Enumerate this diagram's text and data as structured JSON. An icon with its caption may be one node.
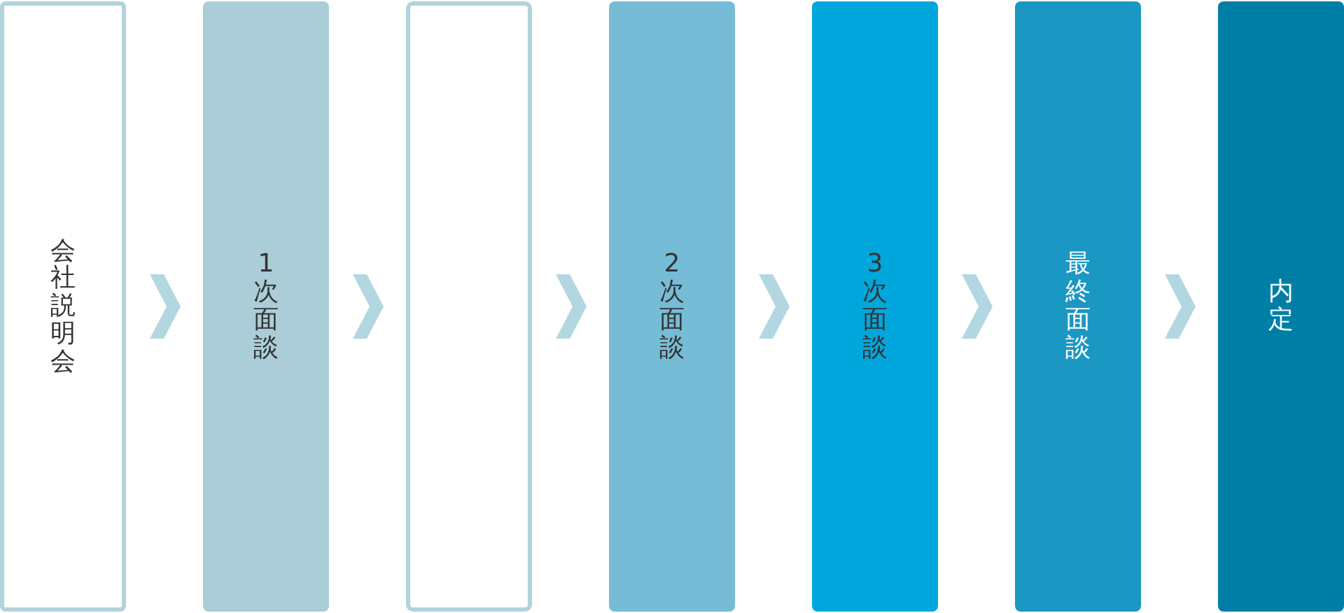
{
  "diagram": {
    "nodes": [
      {
        "text": [
          "会社説明会"
        ]
      },
      {
        "text": [
          "1次面談"
        ]
      },
      {
        "text": [],
        "shape": "box"
      },
      {
        "text": [
          "2次面談"
        ]
      },
      {
        "text": [
          "3次面談"
        ]
      },
      {
        "text": [
          "最終面談"
        ]
      },
      {
        "text": [
          "内定"
        ]
      }
    ],
    "edges": [
      {
        "from": 0,
        "to": 1,
        "arrow": "to"
      },
      {
        "from": 1,
        "to": 2,
        "arrow": "to"
      },
      {
        "from": 2,
        "to": 3,
        "arrow": "to"
      },
      {
        "from": 3,
        "to": 4,
        "arrow": "to"
      },
      {
        "from": 4,
        "to": 5,
        "arrow": "to"
      },
      {
        "from": 5,
        "to": 6,
        "arrow": "to"
      }
    ]
  }
}
